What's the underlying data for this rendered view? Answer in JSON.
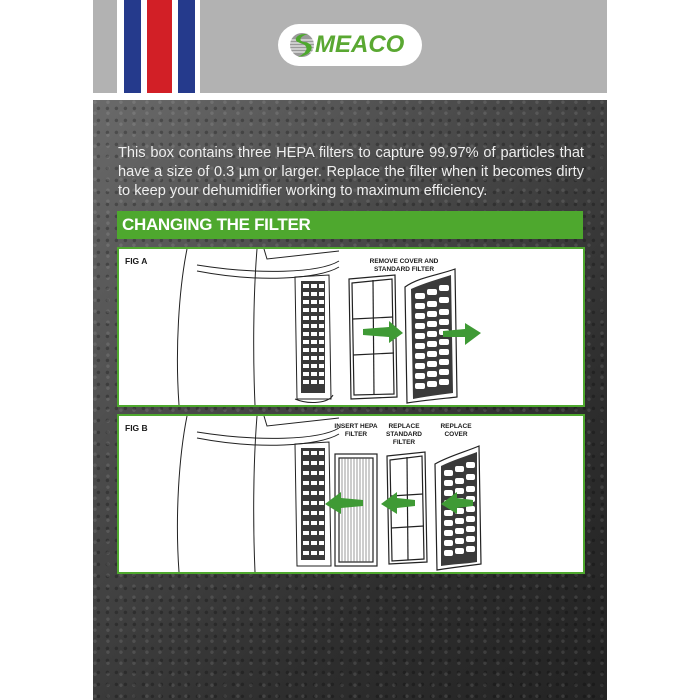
{
  "header": {
    "background": "#b2b2b2",
    "stripes": [
      {
        "name": "blue",
        "color": "#253a8c"
      },
      {
        "name": "red",
        "color": "#d21f26"
      },
      {
        "name": "blue",
        "color": "#253a8c"
      }
    ],
    "logo": {
      "icon": "meaco-swirl-icon",
      "text": "MEACO",
      "color": "#5aa832"
    }
  },
  "intro": {
    "text": "This box contains three HEPA filters to capture 99.97% of particles that have a size of 0.3 µm or larger.  Replace the filter when it becomes dirty to keep your dehumidifier working to maximum efficiency."
  },
  "section": {
    "title": "CHANGING THE FILTER",
    "color": "#4ea82e"
  },
  "figures": [
    {
      "label": "FIG A",
      "captions": [
        "REMOVE COVER AND STANDARD FILTER"
      ],
      "arrows": [
        "right",
        "right"
      ]
    },
    {
      "label": "FIG B",
      "captions": [
        "INSERT HEPA FILTER",
        "REPLACE STANDARD FILTER",
        "REPLACE COVER"
      ],
      "arrows": [
        "left",
        "left",
        "left"
      ]
    }
  ]
}
